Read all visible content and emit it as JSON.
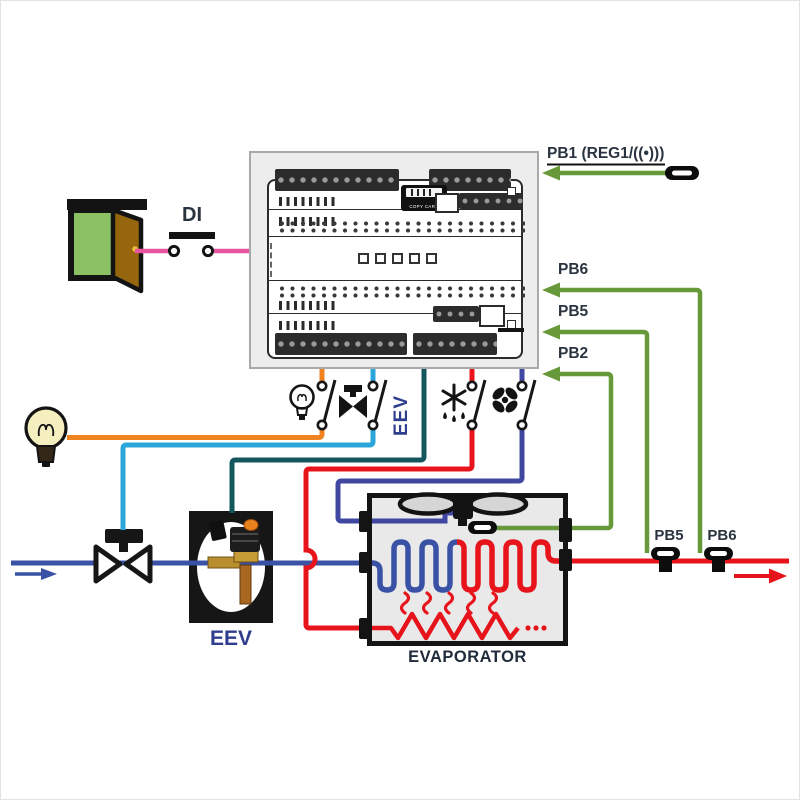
{
  "controller": {
    "copy_card_label": "COPY CARD"
  },
  "door_switch": {
    "label": "DI"
  },
  "probe_inputs": {
    "pb1": {
      "label": "PB1 (REG1/((•)))"
    },
    "pb6": {
      "label": "PB6"
    },
    "pb5": {
      "label": "PB5"
    },
    "pb2": {
      "label": "PB2"
    }
  },
  "outputs": {
    "eev_wire_label": "EEV"
  },
  "components": {
    "eev_label": "EEV",
    "evaporator_label": "EVAPORATOR"
  },
  "pipe_probes": {
    "pb5": "PB5",
    "pb6": "PB6"
  },
  "colors": {
    "door_wire": "#e8549f",
    "light_wire": "#f0831f",
    "valve_wire": "#2ba6da",
    "eev_wire": "#14565e",
    "defrost_wire": "#e8141c",
    "fan_wire": "#3f47a1",
    "probe_wire": "#67993a",
    "liquid_pipe": "#3a52a5",
    "outlet_pipe": "#e8141c"
  }
}
